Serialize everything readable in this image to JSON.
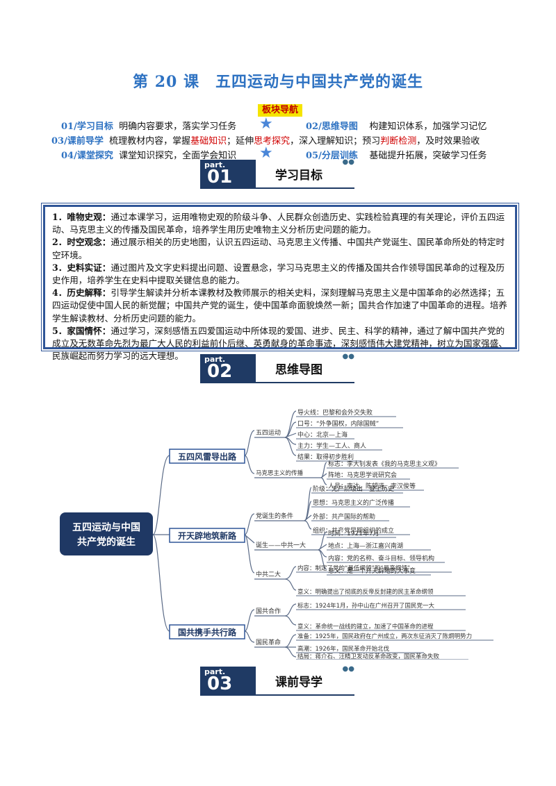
{
  "title": "第 20 课　五四运动与中国共产党的诞生",
  "nav": {
    "heading": "板块导航",
    "r1_left_key": "01/学习目标",
    "r1_left_text": "明确内容要求，落实学习任务",
    "r1_right_key": "02/思维导图",
    "r1_right_text": "构建知识体系，加强学习记忆",
    "r2_key": "03/课前导学",
    "r2_t1": "梳理教材内容，掌握",
    "r2_h1": "基础知识",
    "r2_t2": "；延伸",
    "r2_h2": "思考探究",
    "r2_t3": "，深入理解知识；预习",
    "r2_h3": "判断检测",
    "r2_t4": "，及时效果验收",
    "r3_left_key": "04/课堂探究",
    "r3_left_text": "课堂知识探究，全面学会知识",
    "r3_right_key": "05/分层训练",
    "r3_right_text": "基础提升拓展，突破学习任务"
  },
  "parts": [
    {
      "tag": "part.",
      "num": "01",
      "label": "学习目标"
    },
    {
      "tag": "part.",
      "num": "02",
      "label": "思维导图"
    },
    {
      "tag": "part.",
      "num": "03",
      "label": "课前导学"
    }
  ],
  "goals": [
    {
      "key": "1．唯物史观：",
      "text": "通过本课学习，运用唯物史观的阶级斗争、人民群众创造历史、实践检验真理的有关理论，评价五四运动、马克思主义的传播及国民革命，培养学生用历史唯物主义分析历史问题的能力。"
    },
    {
      "key": "2．时空观念：",
      "text": "通过展示相关的历史地图，认识五四运动、马克思主义传播、中国共产党诞生、国民革命所处的特定时空环境。"
    },
    {
      "key": "3．史料实证：",
      "text": "通过图片及文字史料提出问题、设置悬念，学习马克思主义的传播及国共合作领导国民革命的过程及历史作用，培养学生在史料中提取关键信息的能力。"
    },
    {
      "key": "4．历史解释：",
      "text": "引导学生解读并分析本课教材及教师展示的相关史料，深刻理解马克思主义是中国革命的必然选择；五四运动促使中国人民的新觉醒；中国共产党的诞生，使中国革命面貌焕然一新；国共合作加速了中国革命的进程。培养学生解读教材、分析历史问题的能力。"
    },
    {
      "key": "5．家国情怀：",
      "text": "通过学习，深刻感悟五四爱国运动中所体现的爱国、进步、民主、科学的精神，通过了解中国共产党的成立及无数革命先烈为最广大人民的利益前仆后继、英勇献身的革命事迹，深刻感悟伟大建党精神，树立为国家强盛、民族崛起而努力学习的远大理想。"
    }
  ],
  "mindmap": {
    "root": "五四运动与中国共产党的诞生",
    "root_l1": "五四运动与中国",
    "root_l2": "共产党的诞生",
    "b1": "五四风雷导出路",
    "b1_s1": "五四运动",
    "b1_s1_items": [
      "导火线：巴黎和会外交失败",
      "口号：“外争国权，内除国贼”",
      "中心：北京—上海",
      "主力：学生—工人、商人",
      "结果：取得初步胜利"
    ],
    "b1_s2": "马克思主义的传播",
    "b1_s2_items": [
      "标志：李大钊发表《我的马克思主义观》",
      "阵地：马克思学说研究会",
      "人员：李达、陈望道、李汉俊等"
    ],
    "b2": "开天辟地筑新路",
    "b2_s1": "党诞生的条件",
    "b2_s1_items": [
      "阶级：无产阶级出　登上历史",
      "思想：马克思主义的广泛传播",
      "外部：共产国际的帮助",
      "组织：共产党早期组织的成立"
    ],
    "b2_s2": "诞生——中共一大",
    "b2_s2_items": [
      "时间：1921年7月",
      "地点：上海—浙江嘉兴南湖",
      "内容：党的名称、奋斗目标、领导机构",
      "意义：是一个开天辟地的大事变"
    ],
    "b2_s3": "中共二大",
    "b2_s3_items": [
      "内容：制定了党的“最低纲领”和“最高纲领”",
      "意义：明确提出了彻底的反帝反封建的民主革命纲领"
    ],
    "b3": "国共携手共行路",
    "b3_s1": "国共合作",
    "b3_s1_items": [
      "标志：1924年1月，孙中山在广州召开了国民党一大",
      "意义：革命统一战线的建立，加速了中国革命的进程"
    ],
    "b3_s2": "国民革命",
    "b3_s2_items": [
      "准备：1925年，国民政府在广州成立，两次东征消灭了陈炯明势力",
      "高潮：1926年，国民革命开始北伐",
      "结局：蒋介石、汪精卫发动反革命政变，国民革命失败"
    ]
  },
  "colors": {
    "title": "#2e72c2",
    "nav_key": "#2e72c2",
    "highlight": "#d00000",
    "nav_heading_bg": "#f5e400",
    "part_tag": "#1f3a64",
    "root_box": "#1f3864",
    "branch_border": "#2f5597",
    "line": "#5a6a86"
  }
}
